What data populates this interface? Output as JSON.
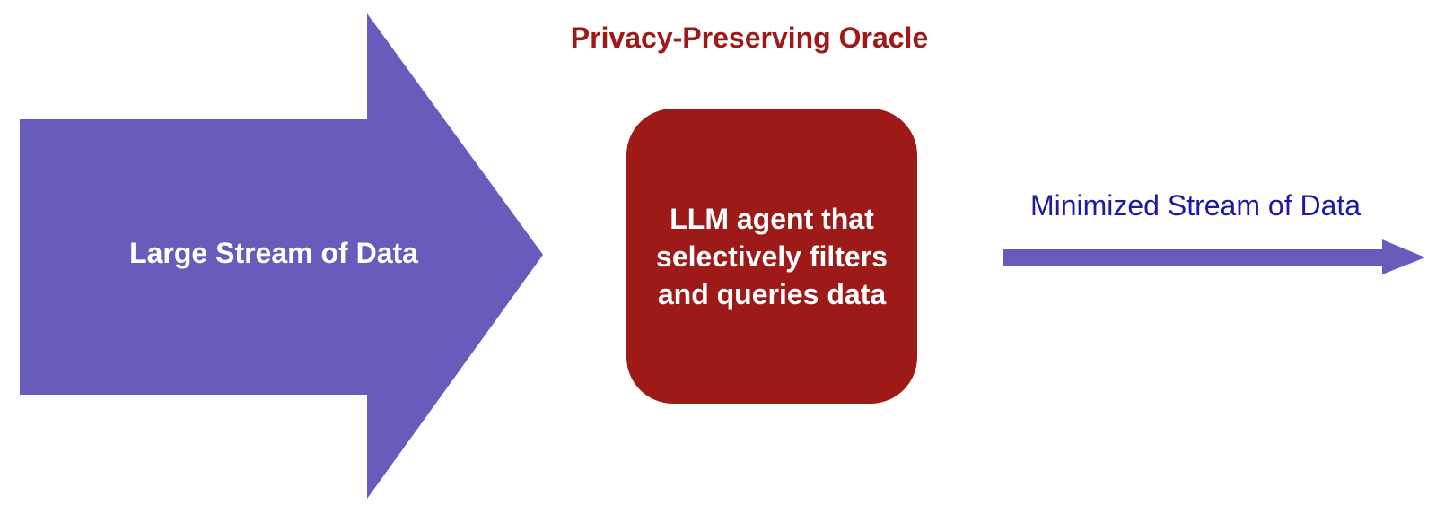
{
  "title": "Privacy-Preserving Oracle",
  "input_stream": {
    "label": "Large Stream of Data"
  },
  "agent": {
    "label": "LLM agent that selectively filters and queries data"
  },
  "output_stream": {
    "label": "Minimized Stream of Data"
  },
  "colors": {
    "arrow_fill": "#675cbb",
    "agent_fill": "#9e1a18",
    "title_text": "#9e1a18",
    "output_text": "#1f1a9e",
    "label_on_fill": "#ffffff"
  }
}
